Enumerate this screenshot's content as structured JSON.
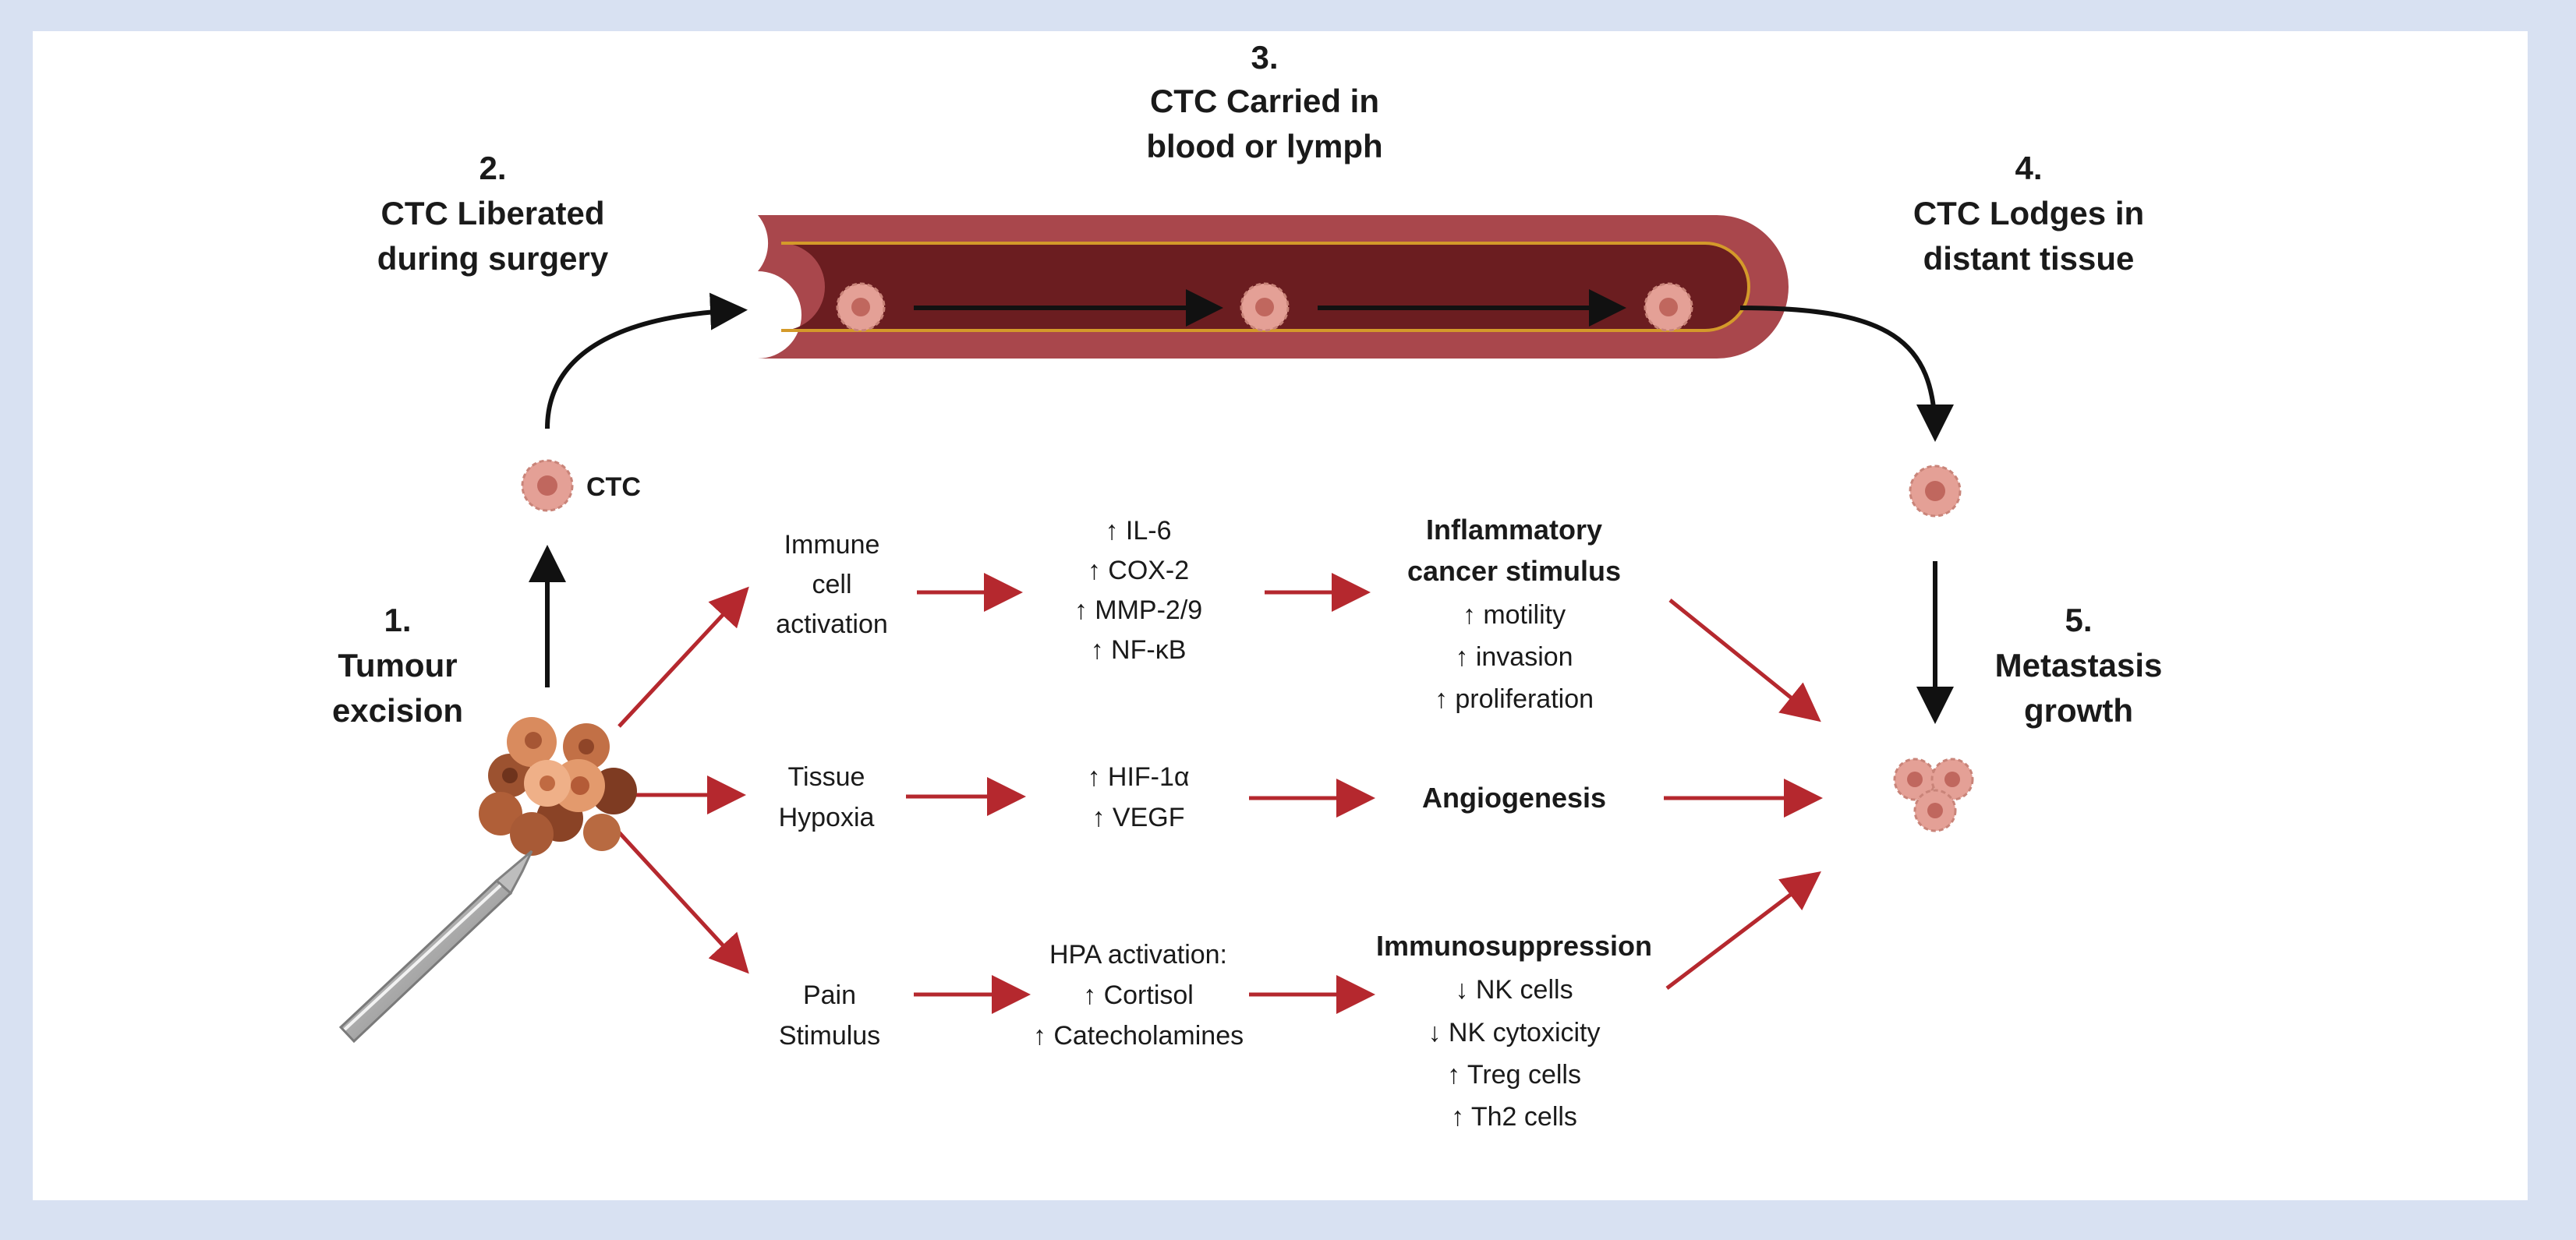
{
  "steps": {
    "s1": {
      "num": "1.",
      "line1": "Tumour",
      "line2": "excision"
    },
    "s2": {
      "num": "2.",
      "line1": "CTC Liberated",
      "line2": "during surgery"
    },
    "s3": {
      "num": "3.",
      "line1": "CTC Carried in",
      "line2": "blood or lymph"
    },
    "s4": {
      "num": "4.",
      "line1": "CTC Lodges in",
      "line2": "distant tissue"
    },
    "s5": {
      "num": "5.",
      "line1": "Metastasis",
      "line2": "growth"
    }
  },
  "ctc_label": "CTC",
  "pathways": {
    "immune": {
      "trigger": [
        "Immune",
        "cell",
        "activation"
      ],
      "mediators": [
        "↑ IL-6",
        "↑ COX-2",
        "↑ MMP-2/9",
        "↑ NF-κB"
      ],
      "outcome_title": [
        "Inflammatory",
        "cancer stimulus"
      ],
      "outcome_items": [
        "↑ motility",
        "↑ invasion",
        "↑ proliferation"
      ]
    },
    "hypoxia": {
      "trigger": [
        "Tissue",
        "Hypoxia"
      ],
      "mediators": [
        "↑ HIF-1α",
        "↑ VEGF"
      ],
      "outcome_title": [
        "Angiogenesis"
      ]
    },
    "pain": {
      "trigger": [
        "Pain",
        "Stimulus"
      ],
      "mediators": [
        "HPA activation:",
        "↑ Cortisol",
        "↑ Catecholamines"
      ],
      "outcome_title": [
        "Immunosuppression"
      ],
      "outcome_items": [
        "↓ NK cells",
        "↓ NK cytoxicity",
        "↑ Treg cells",
        "↑ Th2 cells"
      ]
    }
  },
  "colors": {
    "red_arrow": "#b5282e",
    "black_arrow": "#111111",
    "vessel_outer": "#a9474c",
    "vessel_inner": "#6b1d20",
    "vessel_line": "#d49a2a",
    "cell_fill": "#e4a096",
    "cell_nucleus": "#c0675e",
    "background": "#d8e1f2"
  }
}
